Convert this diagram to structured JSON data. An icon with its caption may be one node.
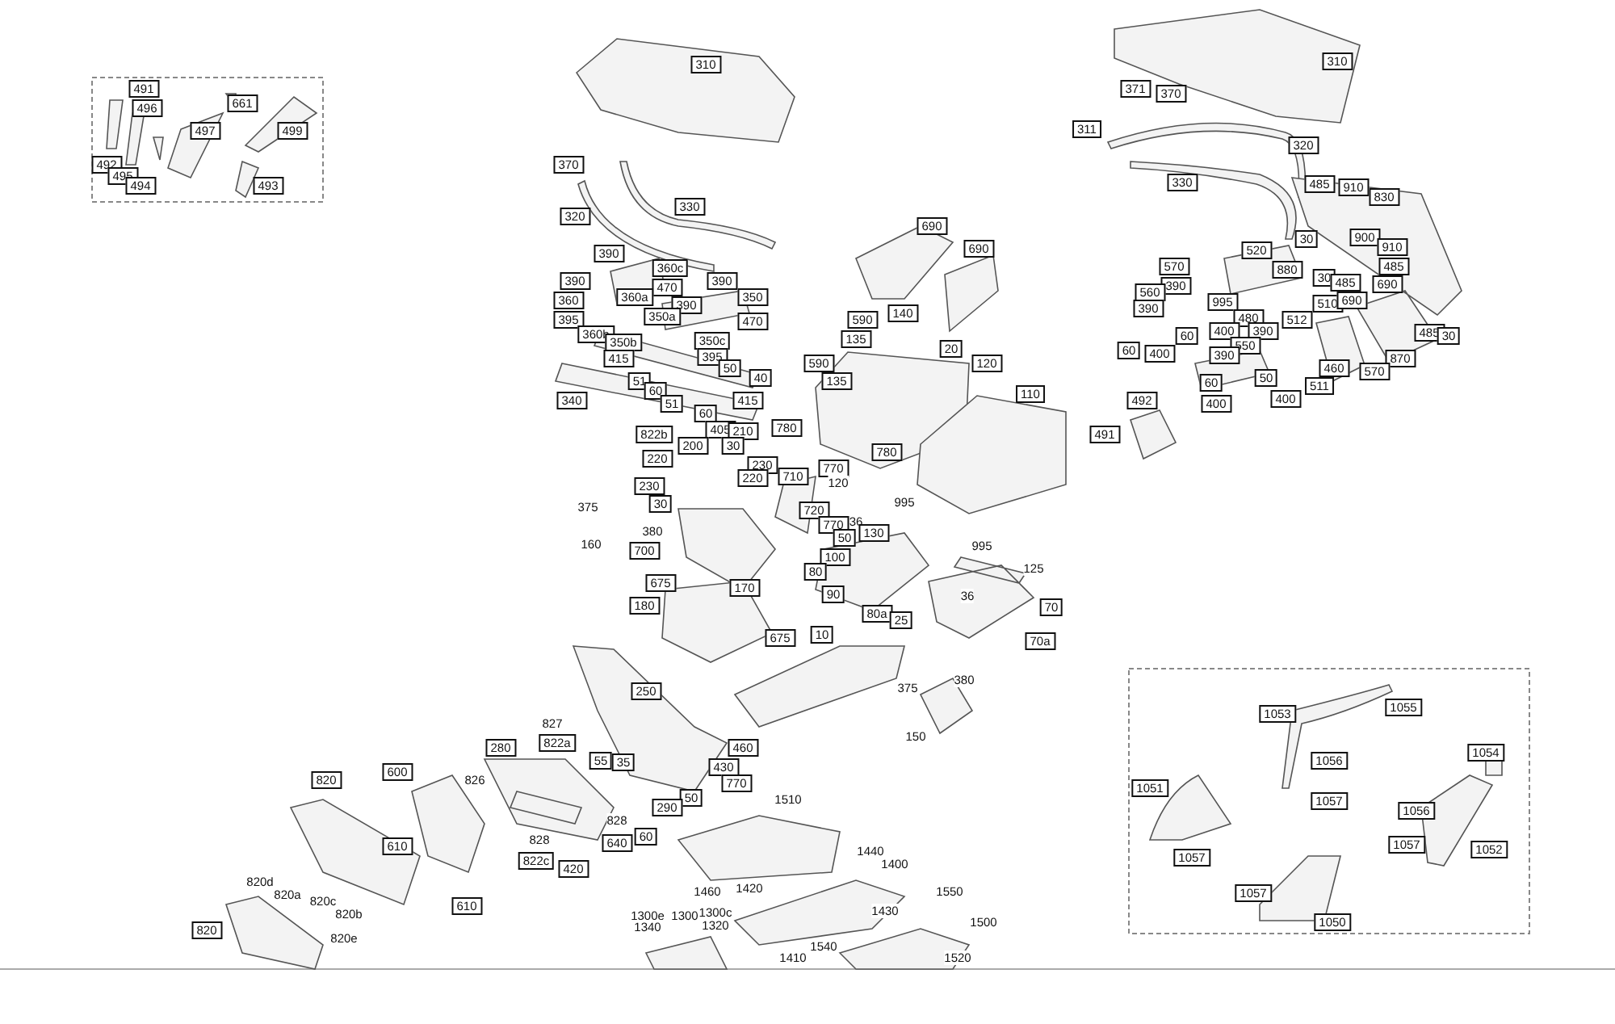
{
  "diagram": {
    "labels": [
      "491",
      "496",
      "661",
      "497",
      "499",
      "492",
      "495",
      "494",
      "493",
      "310",
      "370",
      "320",
      "330",
      "310",
      "371",
      "370",
      "311",
      "320",
      "330",
      "485",
      "910",
      "830",
      "690",
      "690",
      "30",
      "900",
      "910",
      "520",
      "390",
      "485",
      "360c",
      "570",
      "880",
      "30",
      "390",
      "390",
      "485",
      "690",
      "390",
      "470",
      "560",
      "360",
      "360a",
      "350",
      "390",
      "995",
      "510",
      "690",
      "390",
      "140",
      "350a",
      "395",
      "590",
      "480",
      "512",
      "470",
      "390",
      "360b",
      "485",
      "30",
      "60",
      "400",
      "135",
      "350b",
      "350c",
      "550",
      "20",
      "60",
      "400",
      "390",
      "415",
      "395",
      "870",
      "120",
      "590",
      "50",
      "460",
      "570",
      "40",
      "50",
      "51",
      "135",
      "60",
      "511",
      "60",
      "110",
      "340",
      "415",
      "492",
      "51",
      "400",
      "400",
      "60",
      "780",
      "405",
      "210",
      "822b",
      "491",
      "200",
      "30",
      "780",
      "220",
      "230",
      "770",
      "710",
      "220",
      "120",
      "230",
      "995",
      "30",
      "375",
      "720",
      "36",
      "770",
      "380",
      "130",
      "50",
      "160",
      "995",
      "700",
      "100",
      "125",
      "80",
      "675",
      "170",
      "90",
      "36",
      "180",
      "70",
      "80a",
      "25",
      "10",
      "675",
      "70a",
      "380",
      "375",
      "250",
      "1053",
      "1055",
      "827",
      "150",
      "822a",
      "280",
      "460",
      "1054",
      "55",
      "35",
      "1056",
      "430",
      "600",
      "820",
      "826",
      "770",
      "1051",
      "50",
      "1510",
      "1057",
      "290",
      "1056",
      "828",
      "60",
      "640",
      "610",
      "828",
      "1057",
      "1052",
      "1440",
      "822c",
      "1057",
      "420",
      "1400",
      "820d",
      "1420",
      "1460",
      "1550",
      "1057",
      "820a",
      "820c",
      "610",
      "1430",
      "1300c",
      "1300",
      "1300e",
      "820b",
      "1500",
      "1050",
      "1320",
      "1340",
      "820",
      "820e",
      "1540",
      "1410",
      "1520"
    ]
  }
}
